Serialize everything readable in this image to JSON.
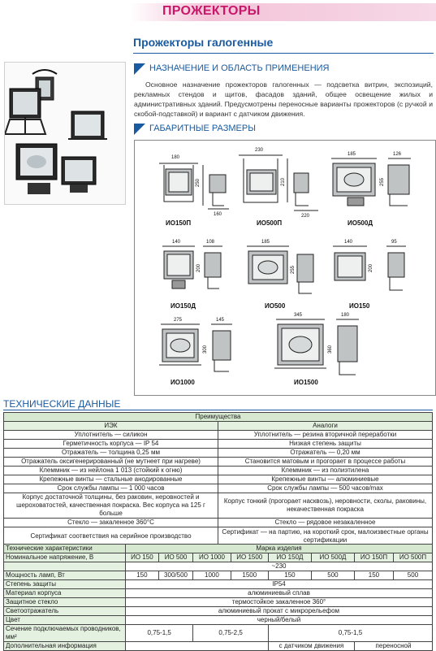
{
  "banner": {
    "title": "ПРОЖЕКТОРЫ"
  },
  "page": {
    "title": "Прожекторы галогенные"
  },
  "section1": {
    "title": "НАЗНАЧЕНИЕ И ОБЛАСТЬ ПРИМЕНЕНИЯ",
    "text": "Основное назначение прожекторов галогенных — подсветка витрин, экспозиций, рекламных стендов и щитов, фасадов зданий, общее освещение жилых и административных зданий. Предусмотрены переносные варианты прожекторов (с ручкой и скобой-подставкой) и вариант с датчиком движения."
  },
  "section2": {
    "title": "ГАБАРИТНЫЕ РАЗМЕРЫ"
  },
  "models": [
    {
      "name": "ИО150П",
      "dims": [
        "180",
        "250",
        "160"
      ]
    },
    {
      "name": "ИО500П",
      "dims": [
        "230",
        "210",
        "220"
      ]
    },
    {
      "name": "ИО500Д",
      "dims": [
        "185",
        "126",
        "255"
      ]
    },
    {
      "name": "ИО150Д",
      "dims": [
        "140",
        "108",
        "200"
      ]
    },
    {
      "name": "ИО500",
      "dims": [
        "185",
        "255"
      ]
    },
    {
      "name": "ИО150",
      "dims": [
        "140",
        "95",
        "200"
      ]
    },
    {
      "name": "ИО1000",
      "dims": [
        "275",
        "145",
        "300"
      ]
    },
    {
      "name": "ИО1500",
      "dims": [
        "345",
        "180",
        "360"
      ]
    }
  ],
  "tech": {
    "title": "ТЕХНИЧЕСКИЕ ДАННЫЕ",
    "advantages_header": "Преимущества",
    "col_left": "ИЭК",
    "col_right": "Аналоги",
    "rows": [
      [
        "Уплотнитель — силикон",
        "Уплотнитель — резина вторичной переработки"
      ],
      [
        "Герметичность корпуса — IP 54",
        "Низкая степень защиты"
      ],
      [
        "Отражатель — толщина 0,25 мм",
        "Отражатель — 0,20 мм"
      ],
      [
        "Отражатель оксигенерированный (не мутнеет при нагреве)",
        "Становится матовым и прогорает в процессе работы"
      ],
      [
        "Клеммник — из нейлона 1 013 (стойкий к огню)",
        "Клеммник — из полиэтилена"
      ],
      [
        "Крепежные винты — стальные анодированные",
        "Крепежные винты — алюминиевые"
      ],
      [
        "Срок службы лампы — 1 000 часов",
        "Срок службы лампы — 500 часов/max"
      ],
      [
        "Корпус достаточной толщины, без раковин, неровностей и шероховатостей, качественная покраска. Вес корпуса на 125 г больше",
        "Корпус тонкий (прогорает насквозь), неровности, сколы, раковины, некачественная покраска"
      ],
      [
        "Стекло — закаленное 360°С",
        "Стекло — рядовое незакаленное"
      ],
      [
        "Сертификат соответствия на серийное производство",
        "Сертификат — на партию, на короткий срок, малоизвестные органы сертификации"
      ]
    ]
  },
  "specs": {
    "col_header": "Технические характеристики",
    "brand_header": "Марка изделия",
    "models": [
      "ИО 150",
      "ИО 500",
      "ИО 1000",
      "ИО 1500",
      "ИО 150Д",
      "ИО 500Д",
      "ИО 150П",
      "ИО 500П"
    ],
    "voltage_label": "Номинальное напряжение, В",
    "voltage_value": "~230",
    "power_label": "Мощность ламп, Вт",
    "power_values": [
      "150",
      "300/500",
      "1000",
      "1500",
      "150",
      "500",
      "150",
      "500"
    ],
    "protection_label": "Степень защиты",
    "protection_value": "IP54",
    "housing_label": "Материал корпуса",
    "housing_value": "алюминиевый сплав",
    "glass_label": "Защитное стекло",
    "glass_value": "термостойкое закаленное 360°",
    "reflector_label": "Светоотражатель",
    "reflector_value": "алюминиевый прокат с микрорельефом",
    "color_label": "Цвет",
    "color_value": "черный/белый",
    "section_label": "Сечение подключаемых проводников, мм²",
    "section_values": [
      "0,75-1,5",
      "0,75-2,5",
      "0,75-1,5"
    ],
    "extra_label": "Дополнительная информация",
    "extra_values": [
      "с датчиком движения",
      "переносной"
    ]
  }
}
